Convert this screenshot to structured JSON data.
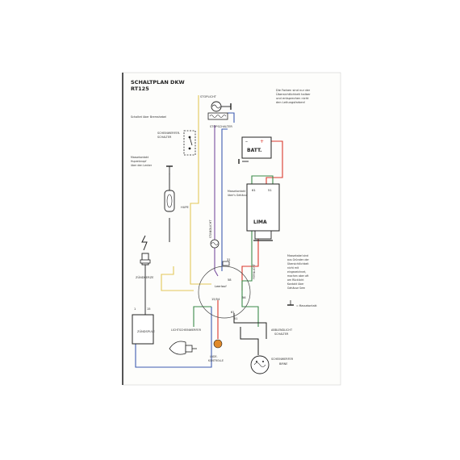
{
  "title": {
    "line1": "SCHALTPLAN DKW",
    "line2": "RT125"
  },
  "colour_note": [
    "Die Farben sind nur der",
    "Übersichtlichkeit halber",
    "und entsprechen nicht",
    "den Leitungsfarben!"
  ],
  "labels": {
    "stoplight": "STOPLICHT",
    "stopswitch": "STOPSCHALTER",
    "brake_trigger": "Schaltet über Bremshebel",
    "horn_switch": [
      "SCHEINWERFER-",
      "SCHALTER"
    ],
    "horn_button": [
      "Massekontakt",
      "Hupenknopf",
      "über den Lenker"
    ],
    "horn": "HUPE",
    "battery": "BATT.",
    "plus": "+",
    "minus": "–",
    "ground_housing": [
      "Massekontakt",
      "über's Gehäuse"
    ],
    "lima": "LIMA",
    "terminal_61": "61",
    "terminal_51": "51",
    "standlicht": "STANDLICHT",
    "spark_plug": "ZÜNDKERZE",
    "ignition_coil": "ZÜNDSPULE",
    "coil_1": "1",
    "coil_15": "15",
    "headlight_lamp": "LICHTSCHEINWERFER",
    "fernlicht": "FERNLICHT",
    "lichtschalter_lower": [
      "ABBLENDLICHT",
      "SCHALTER"
    ],
    "leerlauf": "Leerlauf",
    "switch_58": "58",
    "switch_56": "56",
    "switch_15_54": "15/54",
    "switch_31": "31",
    "switch_61": "61",
    "switch_51": "51",
    "tacho_lamp": [
      "LADE-",
      "KONTROLLE"
    ],
    "scheinwerfer_bulb": [
      "SCHEINWERFER",
      "BIRNE"
    ],
    "ground_note": [
      "Massekabel sind",
      "aus Gründen der",
      "Übersichtlichkeit",
      "nicht mit",
      "eingezeichnet,",
      "machen aber oft",
      "am Rücklicht",
      "Kontakt über",
      "Gehäuse Sem"
    ],
    "ground_symbol_note": "= Massekontakt"
  },
  "colors": {
    "red": "#d9372c",
    "blue": "#3d5bb0",
    "yellow": "#e3c85a",
    "green": "#3b8a4a",
    "orange": "#e0892a",
    "purple": "#7a4fa0",
    "black": "#1e1e1e"
  }
}
